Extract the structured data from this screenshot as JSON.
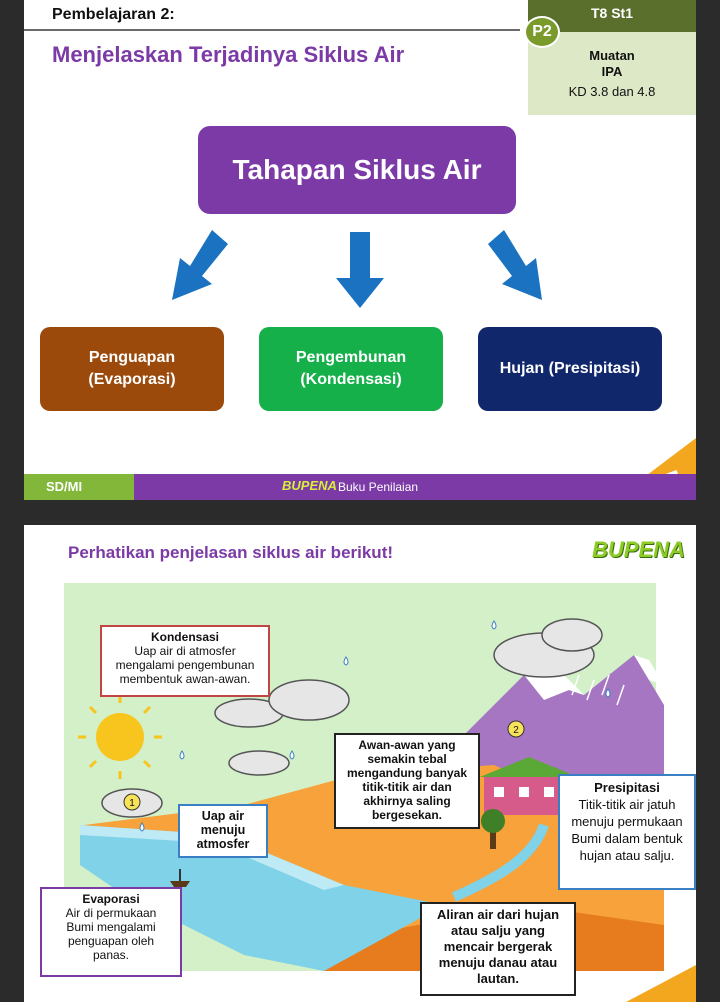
{
  "slide1": {
    "lesson_label": "Pembelajaran 2:",
    "title": "Menjelaskan Terjadinya Siklus Air",
    "code": "T8  St1",
    "badge": "P2",
    "muatan_label": "Muatan",
    "muatan_subject": "IPA",
    "kd": "KD 3.8 dan 4.8",
    "main_box": "Tahapan Siklus Air",
    "stages": [
      {
        "line1": "Penguapan",
        "line2": "(Evaporasi)"
      },
      {
        "line1": "Pengembunan",
        "line2": "(Kondensasi)"
      },
      {
        "line1": "Hujan (Presipitasi)",
        "line2": ""
      }
    ],
    "footer": {
      "level": "SD/MI",
      "brand": "BUPENA",
      "book": "Buku Penilaian"
    },
    "colors": {
      "purple": "#7b3aa6",
      "brown": "#9c4a0c",
      "green": "#16b04a",
      "navy": "#10276b",
      "arrow_blue": "#1a72c0"
    }
  },
  "slide2": {
    "heading": "Perhatikan penjelasan siklus air berikut!",
    "brand": "BUPENA",
    "kondensasi": {
      "title": "Kondensasi",
      "lines": [
        "Uap air di atmosfer",
        "mengalami pengembunan",
        "membentuk awan-awan."
      ]
    },
    "awan": {
      "lines": [
        "Awan-awan yang",
        "semakin tebal",
        "mengandung banyak",
        "titik-titik air dan",
        "akhirnya saling",
        "bergesekan."
      ]
    },
    "uap": {
      "lines": [
        "Uap air",
        "menuju",
        "atmosfer"
      ]
    },
    "presipitasi": {
      "title": "Presipitasi",
      "lines": [
        "Titik-titik air jatuh",
        "menuju permukaan",
        "Bumi dalam bentuk",
        "hujan atau salju."
      ]
    },
    "evaporasi": {
      "title": "Evaporasi",
      "lines": [
        "Air di permukaan",
        "Bumi mengalami",
        "penguapan oleh",
        "panas."
      ]
    },
    "aliran": {
      "lines": [
        "Aliran air dari hujan",
        "atau salju yang",
        "mencair bergerak",
        "menuju danau atau",
        "lautan."
      ]
    },
    "markers": [
      "1",
      "2"
    ],
    "icons": [
      "sun-icon",
      "cloud-icon",
      "water-drop-icon",
      "mountain-icon",
      "house-icon",
      "tree-icon",
      "boat-icon"
    ]
  }
}
